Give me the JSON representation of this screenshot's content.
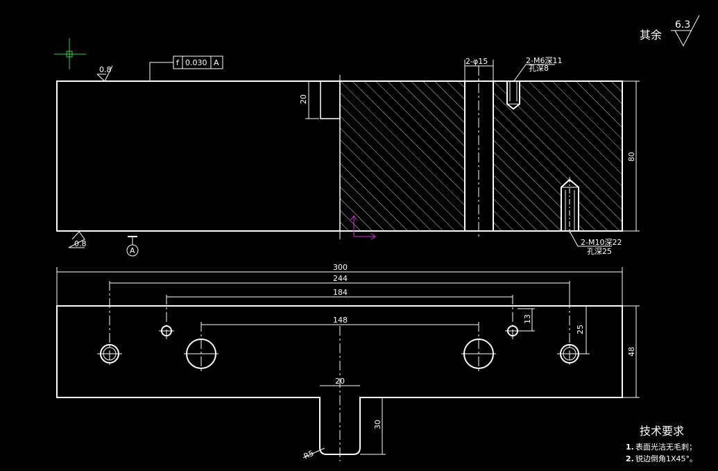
{
  "header": {
    "finish_prefix": "其余",
    "finish_value": "6.3"
  },
  "top_view": {
    "roughness_top": "0.8",
    "roughness_bottom": "0.8",
    "flatness_symbol": "f",
    "flatness_value": "0.030",
    "flatness_datum": "A",
    "datum_label": "A",
    "dim_step_height": "20",
    "dim_height": "80",
    "hole_callout": "2-φ15",
    "m6_callout_line1": "2-M6深11",
    "m6_callout_line2": "孔深8",
    "m10_callout_line1": "2-M10深22",
    "m10_callout_line2": "孔深25"
  },
  "bottom_view": {
    "dim_300": "300",
    "dim_244": "244",
    "dim_184": "184",
    "dim_148": "148",
    "dim_13": "13",
    "dim_25": "25",
    "dim_48": "48",
    "dim_20": "20",
    "dim_30": "30",
    "dim_r5": "R5"
  },
  "tech_requirements": {
    "title": "技术要求",
    "items": [
      {
        "num": "1.",
        "text": "表面光洁无毛刺；"
      },
      {
        "num": "2.",
        "text": "锐边倒角1X45°。"
      }
    ]
  },
  "colors": {
    "line": "#ffffff",
    "ucs_green": "#39d24a",
    "ucs_magenta": "#d42fd4",
    "background": "#000000"
  }
}
